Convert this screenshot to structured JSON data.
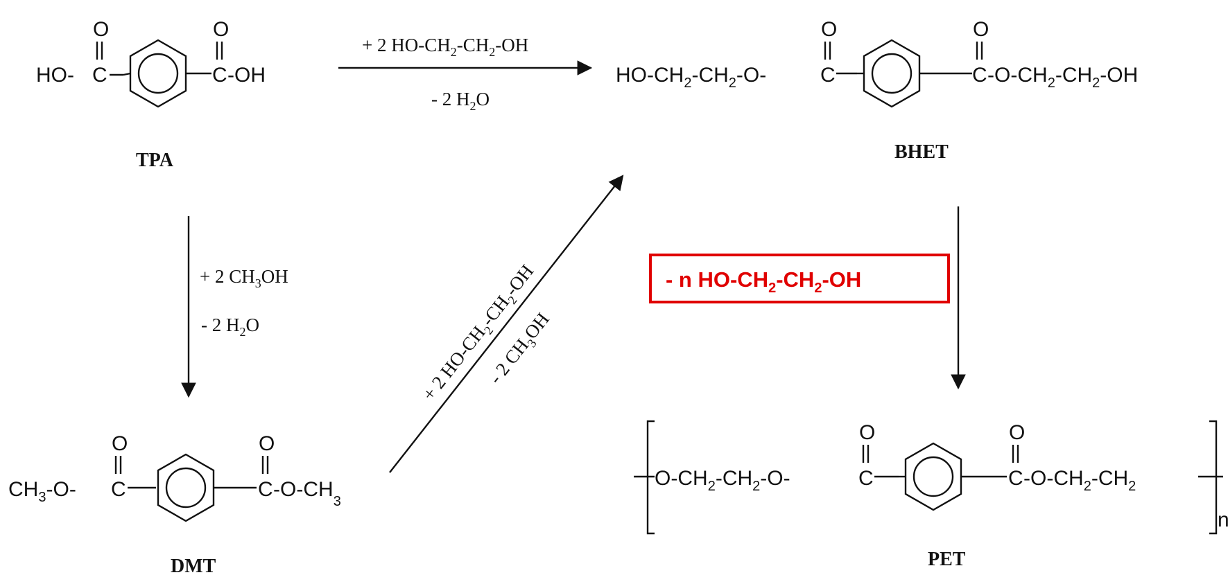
{
  "colors": {
    "ink": "#111111",
    "highlight": "#e00000",
    "background": "#ffffff"
  },
  "compounds": {
    "tpa": {
      "label": "TPA",
      "left_group": "HO-",
      "right_group": "-OH",
      "carbon": "C",
      "oxygen": "O"
    },
    "bhet": {
      "label": "BHET",
      "left_prefix": "HO-CH",
      "ch2": "CH",
      "sub2": "2",
      "o": "O",
      "carbon": "C",
      "right_suffix": "-OH",
      "dash": "-"
    },
    "dmt": {
      "label": "DMT",
      "ch3": "CH",
      "sub3": "3",
      "o": "O",
      "carbon": "C",
      "dash": "-"
    },
    "pet": {
      "label": "PET",
      "ch2": "CH",
      "sub2": "2",
      "o": "O",
      "carbon": "C",
      "repeat": "n",
      "dash": "-"
    }
  },
  "reactions": {
    "tpa_to_bhet": {
      "reagent_main": "+ 2 HO-CH",
      "reagent_mid": "-CH",
      "reagent_end": "-OH",
      "sub2": "2",
      "byproduct_main": "- 2 H",
      "byproduct_end": "O",
      "sub2b": "2"
    },
    "tpa_to_dmt": {
      "reagent_main": "+ 2 CH",
      "reagent_end": "OH",
      "sub3": "3",
      "byproduct_main": "- 2 H",
      "byproduct_end": "O",
      "sub2": "2"
    },
    "dmt_to_bhet": {
      "reagent_main": "+ 2 HO-CH",
      "reagent_mid": "-CH",
      "reagent_end": "-OH",
      "sub2": "2",
      "byproduct_main": "- 2 CH",
      "byproduct_end": "OH",
      "sub3": "3"
    },
    "bhet_to_pet": {
      "boxed_main": "- n HO-CH",
      "boxed_mid": "-CH",
      "boxed_end": "-OH",
      "sub2": "2"
    }
  }
}
